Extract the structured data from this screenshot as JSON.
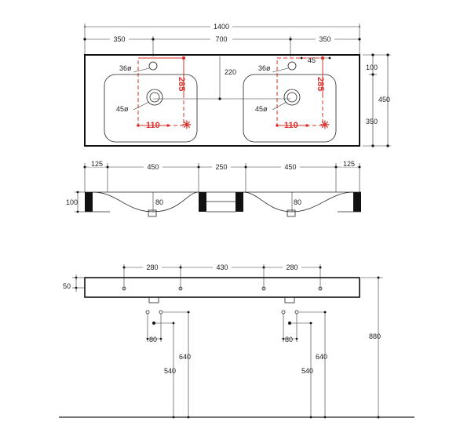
{
  "top_view": {
    "dim_total": "1400",
    "dim_left": "350",
    "dim_middle": "700",
    "dim_right": "350",
    "dim_220": "220",
    "dim_100": "100",
    "dim_450": "450",
    "dim_350": "350",
    "dim_45_top": "45",
    "left_basin": {
      "tap_hole": "36ø",
      "drain": "45ø",
      "depth_red": "285",
      "offset_red": "110"
    },
    "right_basin": {
      "tap_hole": "36ø",
      "drain": "45ø",
      "depth_red": "285",
      "offset_red": "110"
    }
  },
  "section_view": {
    "dims": [
      "125",
      "450",
      "250",
      "450",
      "125"
    ],
    "height": "100",
    "drain_offset_left": "80",
    "drain_offset_right": "80"
  },
  "front_view": {
    "dims": [
      "280",
      "430",
      "280"
    ],
    "thickness": "50",
    "height_total": "880",
    "left_drain": {
      "offset": "80",
      "h640": "640",
      "h540": "540"
    },
    "right_drain": {
      "offset": "80",
      "h640": "640",
      "h540": "540"
    }
  },
  "colors": {
    "line": "#222222",
    "accent": "#d9302b",
    "background": "#ffffff"
  }
}
